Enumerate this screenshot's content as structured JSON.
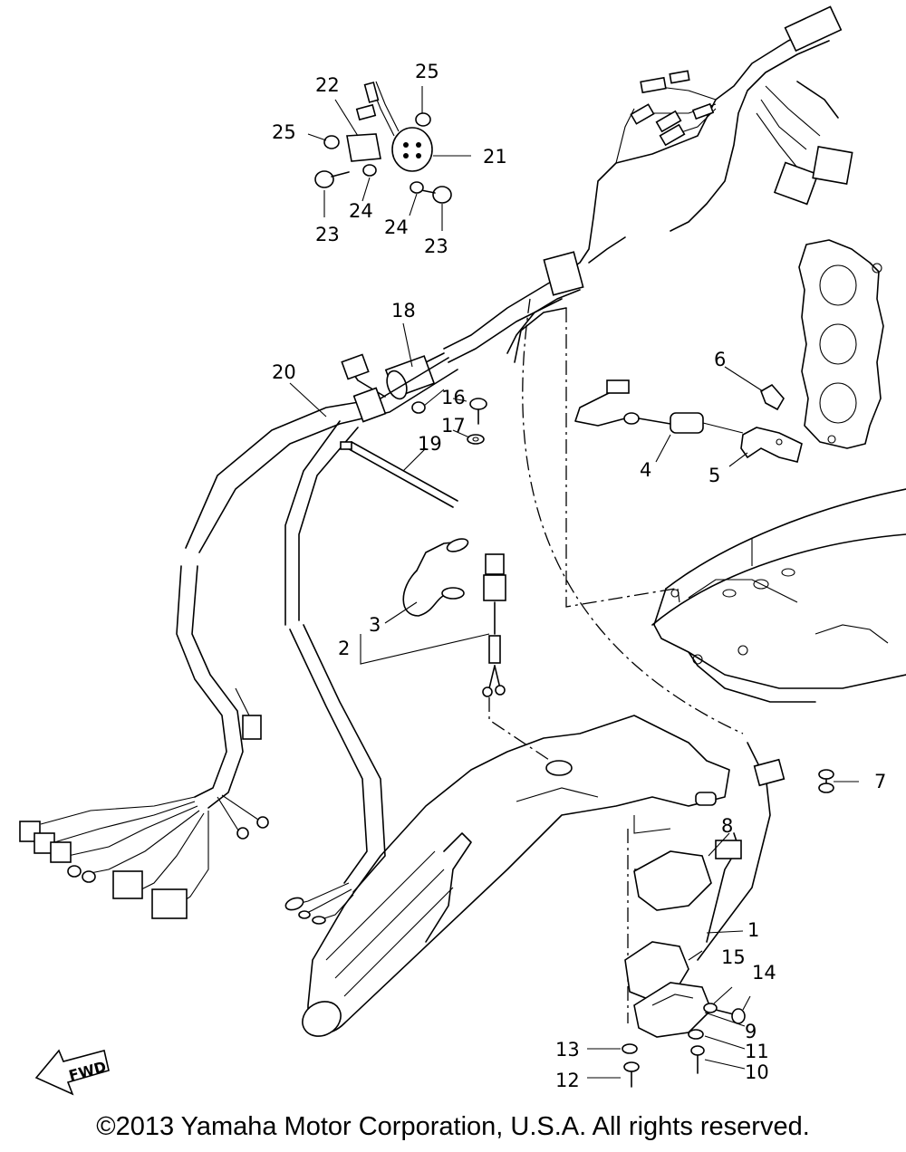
{
  "callouts": [
    {
      "label": "1"
    },
    {
      "label": "2"
    },
    {
      "label": "3"
    },
    {
      "label": "4"
    },
    {
      "label": "5"
    },
    {
      "label": "6"
    },
    {
      "label": "7"
    },
    {
      "label": "8"
    },
    {
      "label": "9"
    },
    {
      "label": "10"
    },
    {
      "label": "11"
    },
    {
      "label": "12"
    },
    {
      "label": "13"
    },
    {
      "label": "14"
    },
    {
      "label": "15"
    },
    {
      "label": "16"
    },
    {
      "label": "17"
    },
    {
      "label": "18"
    },
    {
      "label": "19"
    },
    {
      "label": "20"
    },
    {
      "label": "21"
    },
    {
      "label": "22"
    },
    {
      "label": "23"
    },
    {
      "label": "23"
    },
    {
      "label": "24"
    },
    {
      "label": "24"
    },
    {
      "label": "25"
    },
    {
      "label": "25"
    }
  ],
  "fwd_arrow": {
    "label": "FWD"
  },
  "copyright": "©2013 Yamaha Motor Corporation, U.S.A. All rights reserved."
}
